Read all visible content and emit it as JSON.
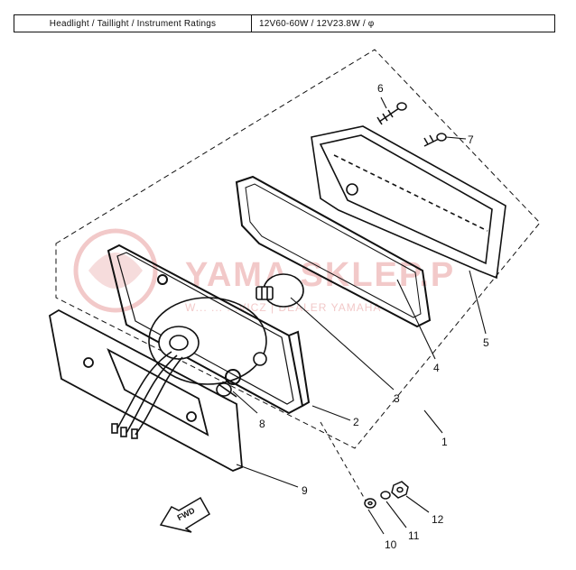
{
  "spec": {
    "label": "Headlight / Taillight / Instrument Ratings",
    "value": "12V60-60W / 12V23.8W / φ"
  },
  "watermark": {
    "brand": "YAMA SKLEP.P",
    "tagline": "W... ... ...VICZ | DEALER YAMAHA"
  },
  "fwd_label": "FWD",
  "callouts": [
    "1",
    "2",
    "3",
    "4",
    "5",
    "6",
    "7",
    "8",
    "9",
    "10",
    "11",
    "12"
  ],
  "colors": {
    "ink": "#111111",
    "watermark": "#f2c9c9"
  }
}
